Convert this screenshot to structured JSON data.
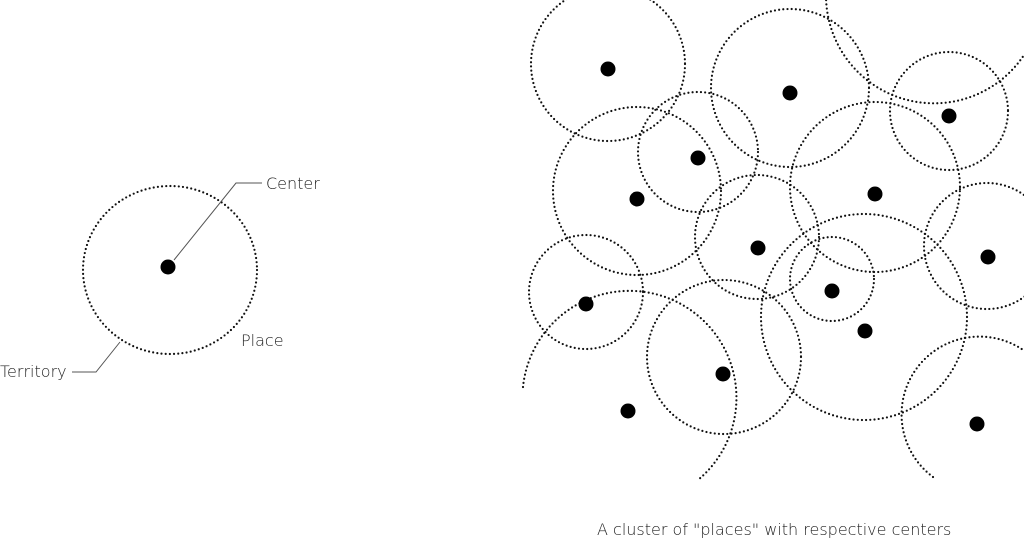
{
  "left_diagram": {
    "center_label": "Center",
    "place_label": "Place",
    "territory_label": "Territory"
  },
  "right_diagram": {
    "caption": "A cluster of \"places\" with respective centers"
  }
}
